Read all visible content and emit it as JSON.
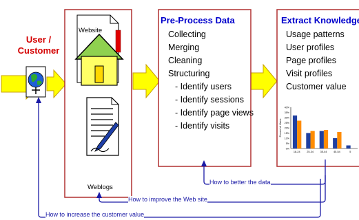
{
  "actor": {
    "label_line1": "User /",
    "label_line2": "Customer",
    "icon": "globe-person-icon"
  },
  "website": {
    "label": "Website",
    "icon": "house-icon"
  },
  "weblogs": {
    "label": "Weblogs",
    "icon": "log-document-icon"
  },
  "preprocess": {
    "title": "Pre-Process Data",
    "items": [
      "Collecting",
      "Merging",
      "Cleaning",
      "Structuring"
    ],
    "subitems": [
      "- Identify users",
      "- Identify sessions",
      "- Identify page views",
      "- Identify visits"
    ]
  },
  "extract": {
    "title": "Extract Knowledge",
    "items": [
      "Usage patterns",
      "User profiles",
      "Page profiles",
      "Visit profiles",
      "Customer value"
    ]
  },
  "feedback": {
    "better_data": "How to better the data",
    "improve_site": "How to improve the Web site",
    "increase_value": "How to increase the customer value"
  },
  "colors": {
    "arrow_fill": "#ffff00",
    "arrow_stroke": "#c8a000",
    "box_border": "#b03030",
    "feedback_line": "#1a1aa6",
    "bar_blue": "#1f3fa0",
    "bar_orange": "#ff8c00"
  },
  "chart_data": {
    "type": "bar",
    "ylabel": "Percent of Users",
    "yticks": [
      "40%",
      "35%",
      "30%",
      "25%",
      "20%",
      "15%",
      "10%",
      "5%",
      "0%"
    ],
    "ylim": [
      0,
      40
    ],
    "categories": [
      "18-24",
      "25-34",
      "35-44",
      "45-54",
      "5"
    ],
    "series": [
      {
        "values": [
          32,
          15,
          17,
          10,
          3
        ]
      },
      {
        "values": [
          27,
          17,
          18,
          16,
          0
        ]
      }
    ]
  }
}
